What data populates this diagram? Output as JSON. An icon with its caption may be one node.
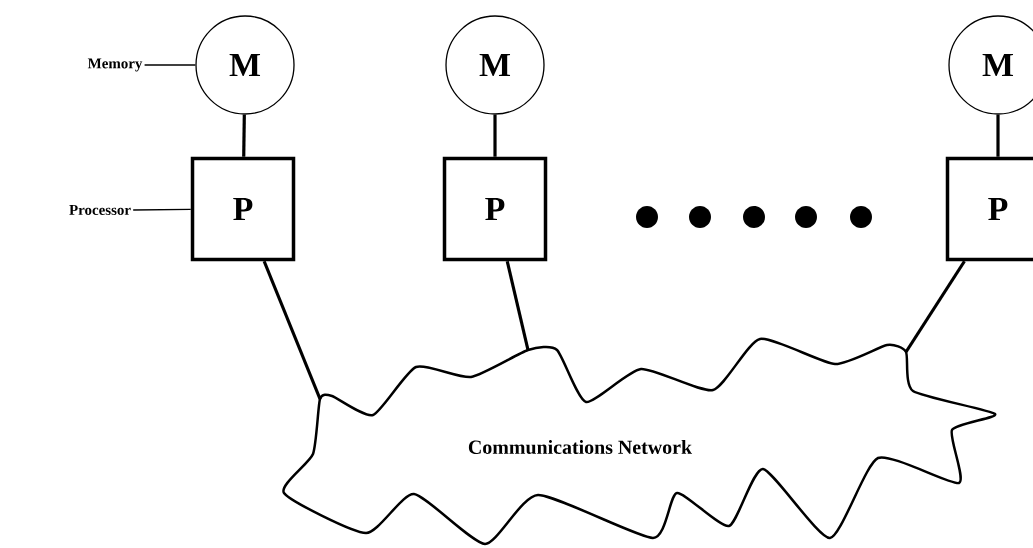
{
  "diagram": {
    "nodes": [
      {
        "text": [
          "Memory"
        ]
      },
      {
        "text": [
          "M"
        ]
      },
      {
        "text": [
          "M"
        ]
      },
      {
        "text": [
          "M"
        ]
      },
      {
        "text": [
          "Processor"
        ]
      },
      {
        "text": [
          "P"
        ]
      },
      {
        "text": [
          "P"
        ]
      },
      {
        "text": [
          "P"
        ]
      },
      {
        "text": [
          "Communications Network"
        ]
      }
    ],
    "edges": [
      {
        "from": 0,
        "to": 1,
        "arrow": "none"
      },
      {
        "from": 4,
        "to": 5,
        "arrow": "none"
      },
      {
        "from": 1,
        "to": 5,
        "arrow": "none"
      },
      {
        "from": 2,
        "to": 6,
        "arrow": "none"
      },
      {
        "from": 3,
        "to": 7,
        "arrow": "none"
      },
      {
        "from": 5,
        "to": 8,
        "arrow": "none"
      },
      {
        "from": 6,
        "to": 8,
        "arrow": "none"
      },
      {
        "from": 7,
        "to": 8,
        "arrow": "none"
      }
    ]
  }
}
